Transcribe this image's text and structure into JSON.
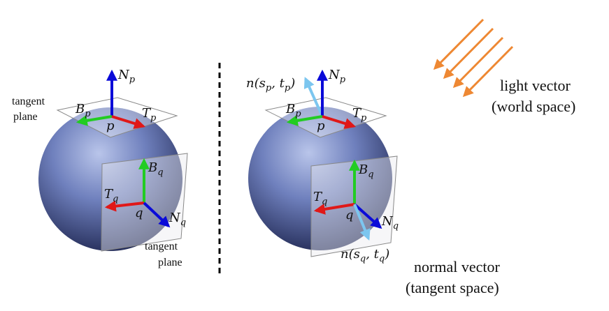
{
  "left_figure": {
    "tangent_plane_top_label": [
      "tangent",
      "plane"
    ],
    "tangent_plane_side_label": [
      "tangent",
      "plane"
    ],
    "vector_labels": {
      "normal_p": [
        "N",
        "p"
      ],
      "binormal_p": [
        "B",
        "p"
      ],
      "tangent_p": [
        "T",
        "p"
      ],
      "point_p": "p",
      "binormal_q": [
        "B",
        "q"
      ],
      "tangent_q": [
        "T",
        "q"
      ],
      "normal_q": [
        "N",
        "q"
      ],
      "point_q": "q"
    }
  },
  "right_figure": {
    "vector_labels": {
      "normal_p": [
        "N",
        "p"
      ],
      "binormal_p": [
        "B",
        "p"
      ],
      "tangent_p": [
        "T",
        "p"
      ],
      "point_p": "p",
      "binormal_q": [
        "B",
        "q"
      ],
      "tangent_q": [
        "T",
        "q"
      ],
      "normal_q": [
        "N",
        "q"
      ],
      "point_q": "q"
    },
    "sampled_normal_p": "n(sₚ, tₚ)",
    "sampled_normal_p_parts": {
      "pre": "n(s",
      "sub1": "p",
      "mid": ", t",
      "sub2": "p",
      "post": ")"
    },
    "sampled_normal_q_parts": {
      "pre": "n(s",
      "sub1": "q",
      "mid": ", t",
      "sub2": "q",
      "post": ")"
    }
  },
  "captions": {
    "light_vector": [
      "light vector",
      "(world space)"
    ],
    "normal_vector": [
      "normal vector",
      "(tangent space)"
    ]
  },
  "colors": {
    "normal": "#0a0ad8",
    "binormal": "#22cc22",
    "tangent": "#e01818",
    "sampled_normal": "#7cc6ef",
    "light": "#ee8833",
    "sphere_light": "#a8b6e0",
    "sphere_dark": "#2b3466",
    "divider": "#000000"
  }
}
